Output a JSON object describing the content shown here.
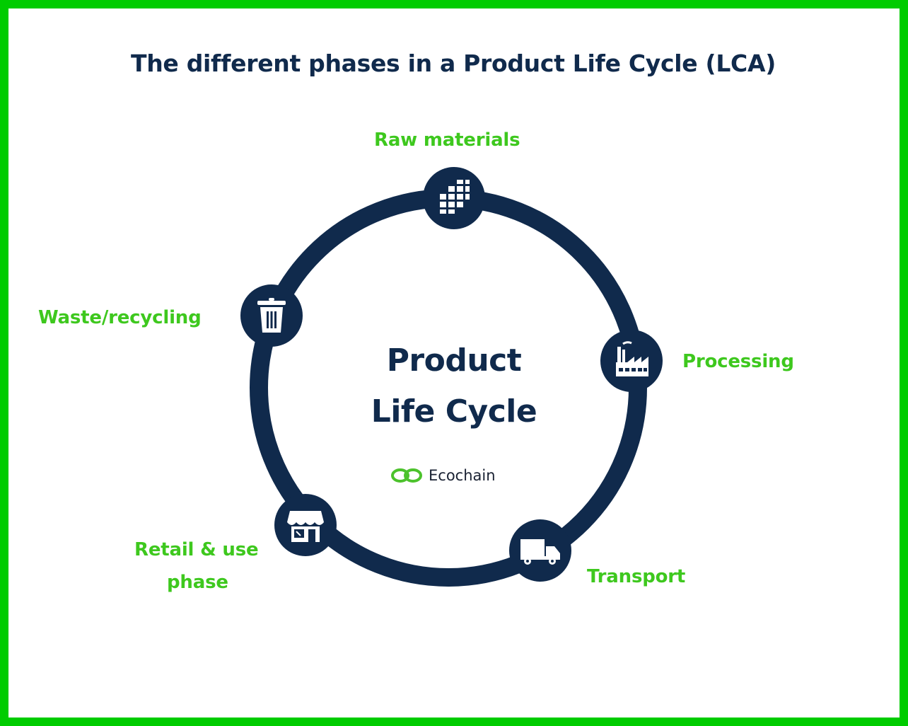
{
  "title": "The different phases in a Product Life Cycle (LCA)",
  "center": {
    "line1": "Product",
    "line2": "Life Cycle"
  },
  "brand": {
    "name": "Ecochain"
  },
  "colors": {
    "border": "#00cc00",
    "ring": "#102a4c",
    "label": "#3ec81e",
    "title": "#102a4c"
  },
  "phases": [
    {
      "label": "Raw materials",
      "icon": "building-blocks-icon"
    },
    {
      "label": "Processing",
      "icon": "factory-icon"
    },
    {
      "label": "Transport",
      "icon": "truck-icon"
    },
    {
      "label_line1": "Retail & use",
      "label_line2": "phase",
      "icon": "shop-icon"
    },
    {
      "label": "Waste/recycling",
      "icon": "trash-can-icon"
    }
  ]
}
